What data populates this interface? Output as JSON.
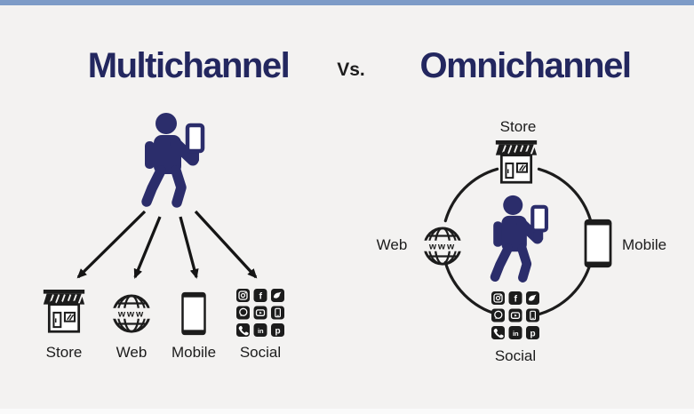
{
  "page": {
    "background": "#f3f2f1",
    "top_bar_color": "#7d9bc7",
    "figure_color": "#2b2d6b",
    "icon_color": "#1c1c1c"
  },
  "title": {
    "left": "Multichannel",
    "separator": "Vs.",
    "right": "Omnichannel",
    "color": "#23275f"
  },
  "globe_text": "www",
  "social_glyphs": {
    "facebook": "f",
    "linkedin": "in",
    "pinterest": "p"
  },
  "social_apps": [
    "instagram",
    "facebook",
    "twitter",
    "whatsapp",
    "youtube",
    "phone-app",
    "call",
    "linkedin",
    "pinterest"
  ],
  "multichannel": {
    "person_icon": "person-holding-phone",
    "channels": [
      {
        "label": "Store",
        "icon": "storefront-icon"
      },
      {
        "label": "Web",
        "icon": "globe-www-icon"
      },
      {
        "label": "Mobile",
        "icon": "smartphone-icon"
      },
      {
        "label": "Social",
        "icon": "social-apps-grid-icon"
      }
    ]
  },
  "omnichannel": {
    "person_icon": "person-holding-phone",
    "layout": "circle",
    "top": {
      "label": "Store",
      "icon": "storefront-icon"
    },
    "left": {
      "label": "Web",
      "icon": "globe-www-icon"
    },
    "right": {
      "label": "Mobile",
      "icon": "smartphone-icon"
    },
    "bottom": {
      "label": "Social",
      "icon": "social-apps-grid-icon"
    }
  }
}
